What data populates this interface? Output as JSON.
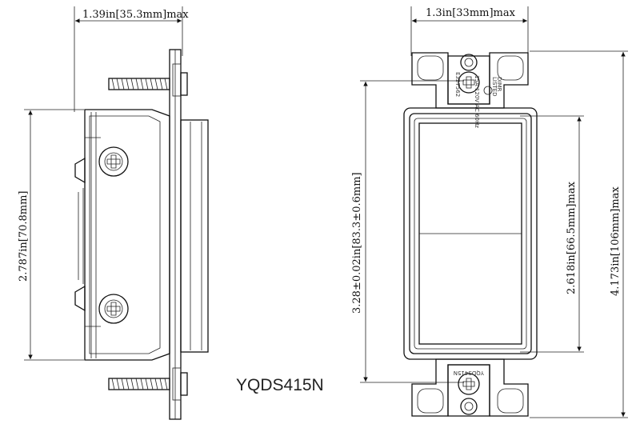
{
  "dimensions": {
    "side_width": "1.39in[35.3mm]max",
    "front_width": "1.3in[33mm]max",
    "side_height": "2.787in[70.8mm]",
    "mount_spacing": "3.28±0.02in[83.3±0.6mm]",
    "paddle_height": "2.618in[66.5mm]max",
    "overall_height": "4.173in[106mm]max"
  },
  "label": {
    "model": "YQDS415N",
    "rating": "15A 120V AC 60Hz",
    "cert_code": "E327562",
    "listed": "LISTED",
    "dimmer": "DIMR",
    "bottom_marking": "YQDS415N"
  }
}
